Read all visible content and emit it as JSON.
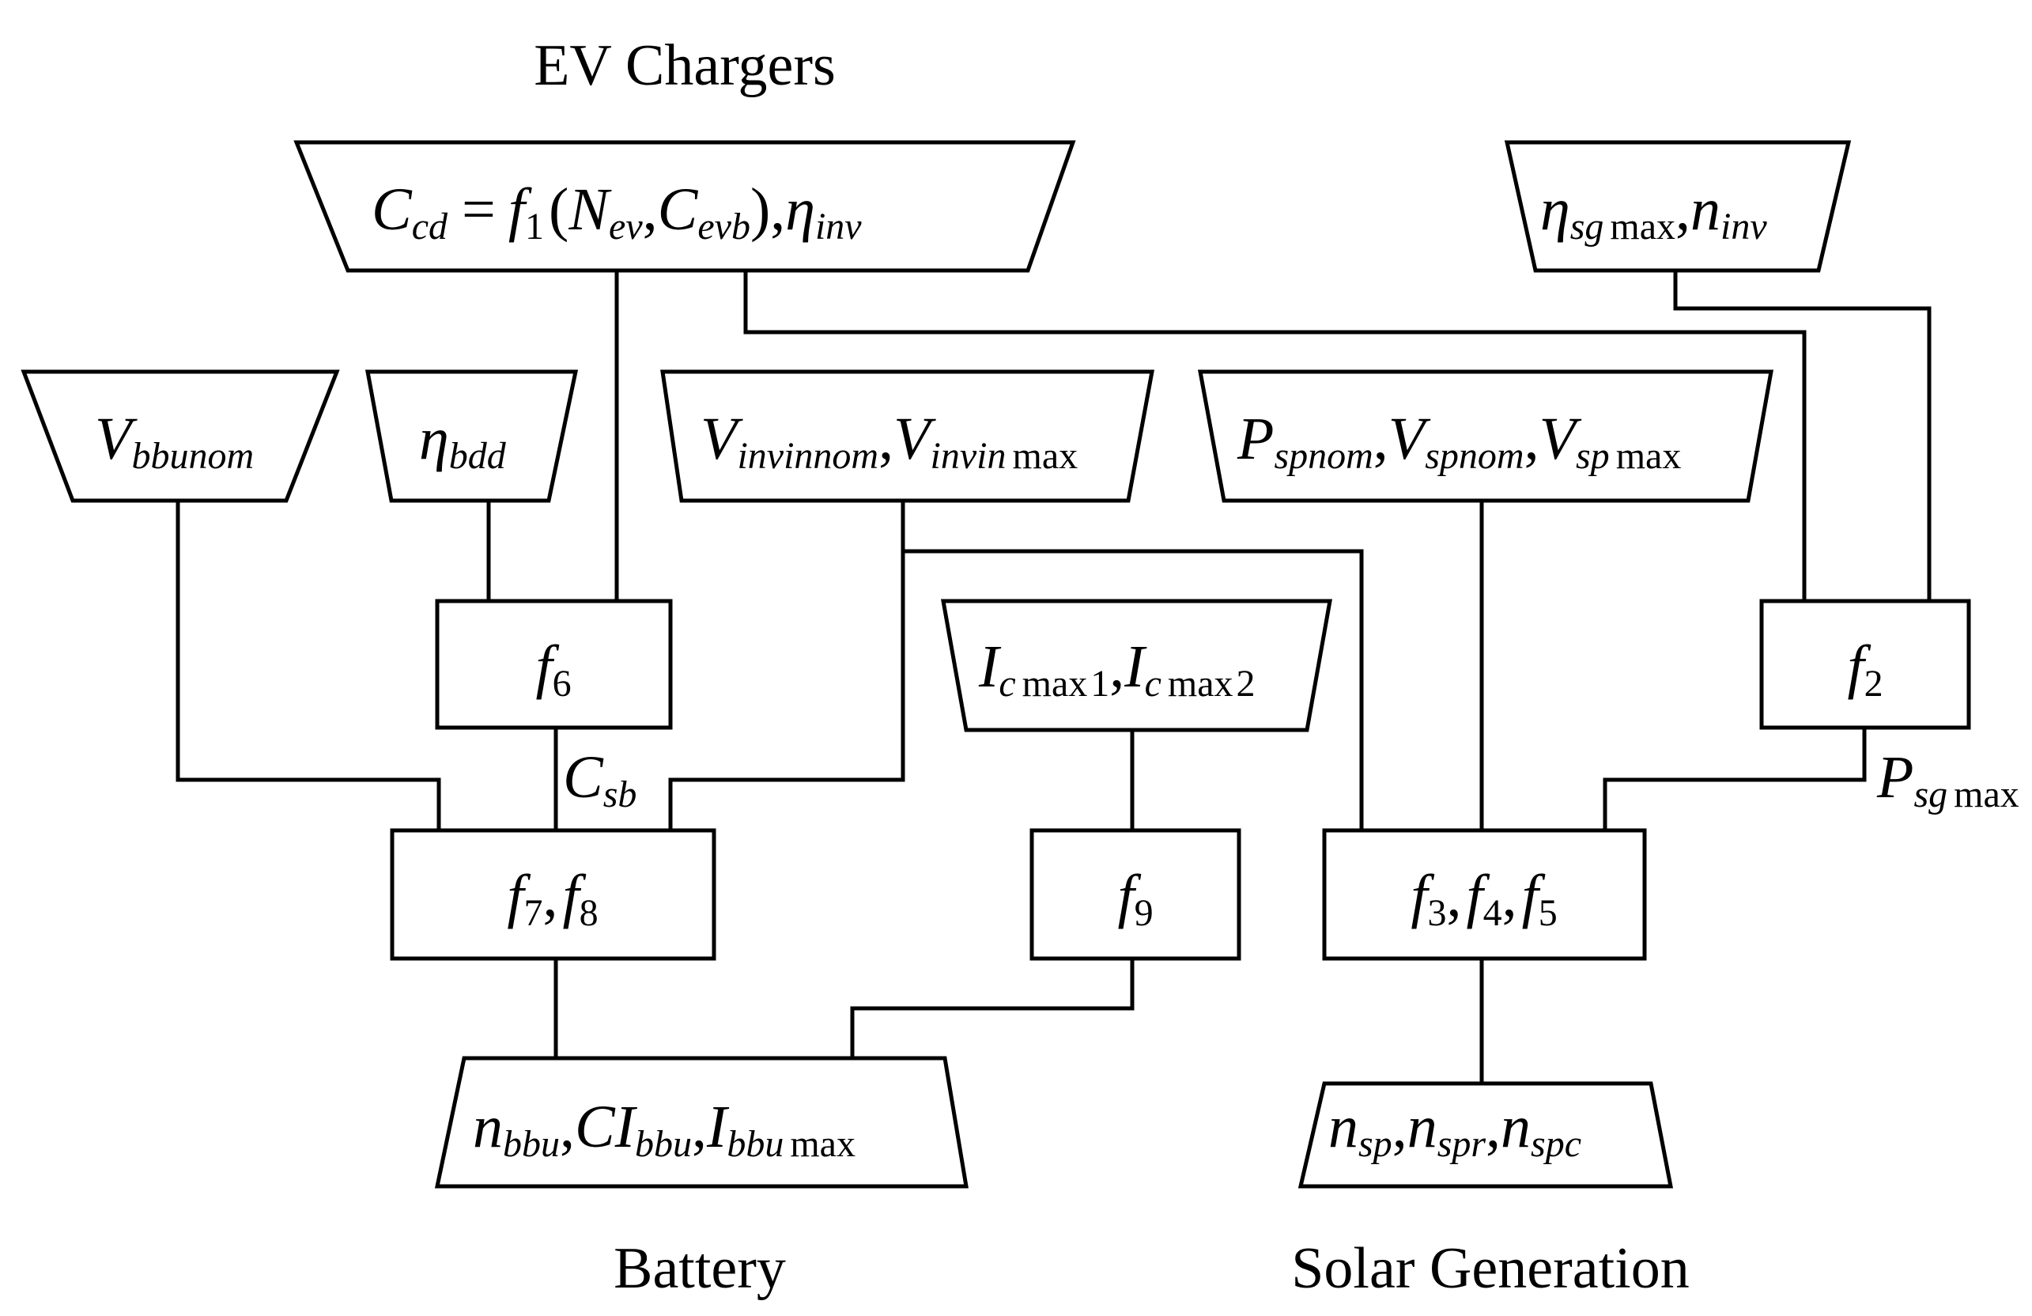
{
  "labels": {
    "ev_chargers": "EV Chargers",
    "battery": "Battery",
    "solar_generation": "Solar Generation"
  },
  "inputs": {
    "ccd": {
      "C": "C",
      "cd": "cd",
      "eq": "=",
      "f": "f",
      "one": "1",
      "lp": "(",
      "N": "N",
      "ev": "ev",
      "c1": ",",
      "C2": "C",
      "evb": "evb",
      "rp": ")",
      "c2": ",",
      "eta": "η",
      "inv": "inv"
    },
    "eta_sgmax": {
      "eta": "η",
      "sg": "sg",
      "max": "max",
      "c": ",",
      "n": "n",
      "inv": "inv"
    },
    "vbbunom": {
      "V": "V",
      "sub": "bbunom"
    },
    "eta_bdd": {
      "eta": "η",
      "sub": "bdd"
    },
    "vinvin": {
      "V1": "V",
      "s1": "invinnom",
      "c": ",",
      "V2": "V",
      "s2": "invin",
      "max": "max"
    },
    "psp": {
      "P": "P",
      "s1": "spnom",
      "c1": ",",
      "V1": "V",
      "s2": "spnom",
      "c2": ",",
      "V2": "V",
      "s3": "sp",
      "max": "max"
    },
    "icmax": {
      "I1": "I",
      "c1": "c",
      "m1": "max",
      "n1": "1",
      "c": ",",
      "I2": "I",
      "c2": "c",
      "m2": "max",
      "n2": "2"
    }
  },
  "functions": {
    "f6": {
      "f": "f",
      "n": "6"
    },
    "f2": {
      "f": "f",
      "n": "2"
    },
    "f78": {
      "f1": "f",
      "n1": "7",
      "c": ",",
      "f2": "f",
      "n2": "8"
    },
    "f9": {
      "f": "f",
      "n": "9"
    },
    "f345": {
      "f1": "f",
      "n1": "3",
      "c1": ",",
      "f2": "f",
      "n2": "4",
      "c2": ",",
      "f3": "f",
      "n3": "5"
    }
  },
  "signals": {
    "csb": {
      "C": "C",
      "sub": "sb"
    },
    "psgmax": {
      "P": "P",
      "sub": "sg",
      "max": "max"
    }
  },
  "outputs": {
    "battery": {
      "n": "n",
      "s1": "bbu",
      "c1": ",",
      "CI": "CI",
      "s2": "bbu",
      "c2": ",",
      "I": "I",
      "s3": "bbu",
      "max": "max"
    },
    "solar": {
      "n1": "n",
      "s1": "sp",
      "c1": ",",
      "n2": "n",
      "s2": "spr",
      "c2": ",",
      "n3": "n",
      "s3": "spc"
    }
  }
}
